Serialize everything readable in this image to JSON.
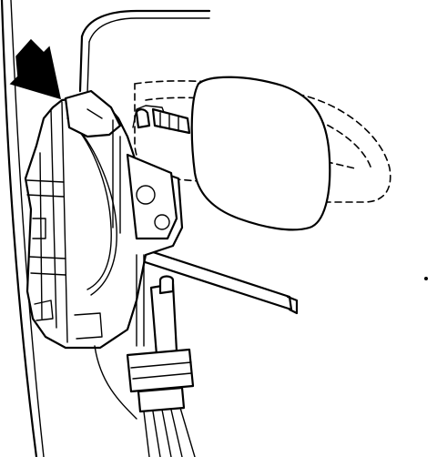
{
  "diagram": {
    "components": [
      {
        "name": "door-frame-edge"
      },
      {
        "name": "door-lock-actuator"
      },
      {
        "name": "lock-rod"
      },
      {
        "name": "outside-handle-dashed"
      },
      {
        "name": "electrical-connector"
      },
      {
        "name": "wire-harness"
      }
    ],
    "pointer": {
      "icon": "arrow-icon",
      "color": "#000000"
    },
    "colors": {
      "line": "#000000",
      "background": "#ffffff"
    }
  }
}
